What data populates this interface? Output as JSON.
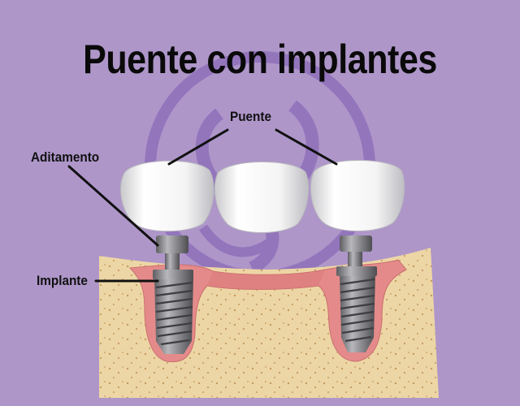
{
  "title": "Puente con implantes",
  "labels": {
    "bridge": "Puente",
    "abutment": "Aditamento",
    "implant": "Implante"
  },
  "colors": {
    "background": "#AE96C9",
    "watermark": "#8A6BB8",
    "gum": "#E58A8A",
    "bone": "#EDD6A5",
    "bone_dots": "#C49A5E",
    "tooth": "#F2F2F2",
    "metal": "#8A8A8A"
  }
}
